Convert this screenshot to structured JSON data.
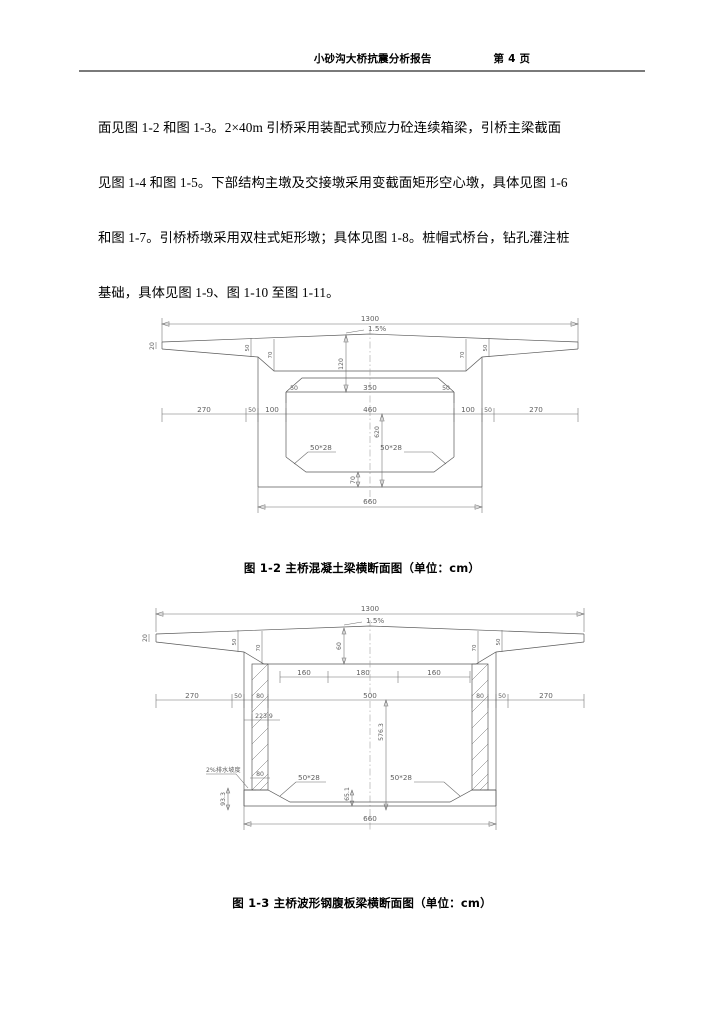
{
  "header": {
    "title": "小砂沟大桥抗震分析报告",
    "page_label": "第 4 页"
  },
  "body": {
    "lines": [
      "面见图 1-2 和图 1-3。2×40m 引桥采用装配式预应力砼连续箱梁，引桥主梁截面",
      "见图 1-4 和图 1-5。下部结构主墩及交接墩采用变截面矩形空心墩，具体见图 1-6",
      "和图 1-7。引桥桥墩采用双柱式矩形墩；具体见图 1-8。桩帽式桥台，钻孔灌注桩",
      "基础，具体见图 1-9、图 1-10 至图 1-11。"
    ]
  },
  "figures": [
    {
      "id": "fig-1-2",
      "caption": "图 1-2 主桥混凝土梁横断面图（单位：cm）",
      "drawing_type": "concrete-box-girder-cross-section",
      "dimensions": {
        "total_width": "1300",
        "crossfall": "1.5%",
        "left_edge_thickness": "20",
        "left_haunch_a": "50",
        "left_web_top": "70",
        "center_depth": "120",
        "top_slab_inner_width": "350",
        "chamfer_left": "50",
        "chamfer_right": "50",
        "right_web_top": "70",
        "right_haunch_a": "50",
        "cantilever_left": "270",
        "seg_left_50": "50",
        "seg_left_100": "100",
        "box_width": "460",
        "seg_right_100": "100",
        "seg_right_50": "50",
        "cantilever_right": "270",
        "box_depth": "620",
        "bottom_haunch_left": "50*28",
        "bottom_haunch_right": "50*28",
        "bottom_slab_thickness": "70",
        "bottom_width": "660"
      }
    },
    {
      "id": "fig-1-3",
      "caption": "图 1-3 主桥波形钢腹板梁横断面图（单位：cm）",
      "drawing_type": "corrugated-steel-web-girder-cross-section",
      "dimensions": {
        "total_width": "1300",
        "crossfall": "1.5%",
        "left_edge_thickness": "20",
        "left_haunch_a": "50",
        "left_web_top": "70",
        "center_depth": "60",
        "right_web_top": "70",
        "right_haunch_a": "50",
        "top_seg_left": "160",
        "top_seg_center": "180",
        "top_seg_right": "160",
        "cantilever_left": "270",
        "seg_left_50": "50",
        "web_left_80": "80",
        "box_width": "500",
        "web_right_80": "80",
        "seg_right_50": "50",
        "cantilever_right": "270",
        "web_height": "223.9",
        "box_depth": "576.3",
        "drainage_note": "2%排水坡度",
        "left_edge_depth": "93.3",
        "bottom_web_80": "80",
        "bottom_haunch_left": "50*28",
        "bottom_haunch_right": "50*28",
        "bottom_slab_thickness": "65.1",
        "bottom_width": "660"
      }
    }
  ]
}
